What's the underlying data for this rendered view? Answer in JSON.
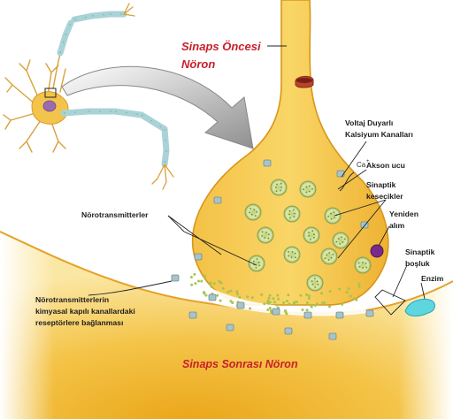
{
  "titles": {
    "pre_line1": "Sinaps Öncesi",
    "pre_line2": "Nöron",
    "post": "Sinaps Sonrası Nöron"
  },
  "labels": {
    "voltage_line1": "Voltaj Duyarlı",
    "voltage_line2": "Kalsiyum Kanalları",
    "calcium_ion": "Ca",
    "calcium_charge": "+",
    "axon_terminal": "Akson ucu",
    "vesicles_line1": "Sinaptik",
    "vesicles_line2": "kesecikler",
    "reuptake_line1": "Yeniden",
    "reuptake_line2": "alım",
    "cleft_line1": "Sinaptik",
    "cleft_line2": "boşluk",
    "enzyme": "Enzim",
    "neurotransmitters": "Nörotransmitterler",
    "binding_line1": "Nörotransmitterlerin",
    "binding_line2": "kimyasal kapılı kanallardaki",
    "binding_line3": "reseptörlere bağlanması"
  },
  "colors": {
    "neuron_fill": "#f2c94c",
    "neuron_edge": "#d99a1e",
    "vesicle": "#d8e6a6",
    "channel": "#a8c4c8",
    "enzyme": "#5ed6e0",
    "reuptake": "#7a2a8a",
    "title_red": "#c8202a",
    "arrow_gray": "#9a9a9a"
  }
}
